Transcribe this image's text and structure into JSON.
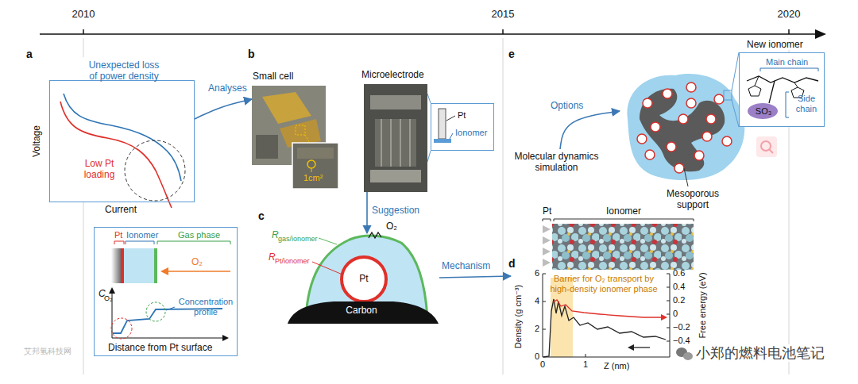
{
  "diagram": {
    "nodes": [
      {
        "text": [
          "Unexpected loss of power density",
          "Low Pt loading"
        ]
      },
      {
        "text": [
          "Pt",
          "Ionomer",
          "Gas phase",
          "O₂",
          "C",
          "O₂",
          "Concentration profile",
          "Distance from Pt surface"
        ]
      },
      {
        "text": [
          "Small cell"
        ]
      },
      {
        "text": [
          "1cm²"
        ]
      },
      {
        "text": [
          "Microelectrode"
        ]
      },
      {
        "text": [
          "Pt",
          "Ionomer"
        ]
      },
      {
        "text": [
          "Pt",
          "Carbon"
        ]
      },
      {
        "text": [
          "Pt",
          "Ionomer"
        ]
      },
      {
        "text": [
          "Barrier for O₂ transport by high-density ionomer phase",
          "Density (g cm⁻³)",
          "Free energy (eV)",
          "Z (nm)"
        ]
      },
      {
        "text": [
          "Molecular dynamics simulation"
        ]
      },
      {
        "text": [
          "Mesoporous support"
        ]
      },
      {
        "text": [
          "New ionomer",
          "Main chain",
          "SO₃",
          "Side chain"
        ]
      }
    ],
    "edges": [
      {
        "from": 0,
        "to": 2,
        "label": "Analyses",
        "arrow": "to"
      },
      {
        "from": 4,
        "to": 6,
        "label": "Suggestion",
        "arrow": "to"
      },
      {
        "from": 6,
        "to": 8,
        "label": "Mechanism",
        "arrow": "to"
      },
      {
        "from": 9,
        "to": 10,
        "label": "Options",
        "arrow": "to"
      }
    ],
    "labels": [
      "2010",
      "2015",
      "2020",
      "a",
      "b",
      "e",
      "Voltage",
      "Current",
      "c",
      "R",
      "gas/ionomer",
      "R",
      "Pt/ionomer",
      "O₂",
      "d",
      "6",
      "4",
      "2",
      "0",
      "0.6",
      "0.4",
      "0.2",
      "0",
      "−0.2",
      "−0.4",
      "0",
      "1",
      "艾邦氢科技网",
      "小郑的燃料电池笔记"
    ]
  }
}
